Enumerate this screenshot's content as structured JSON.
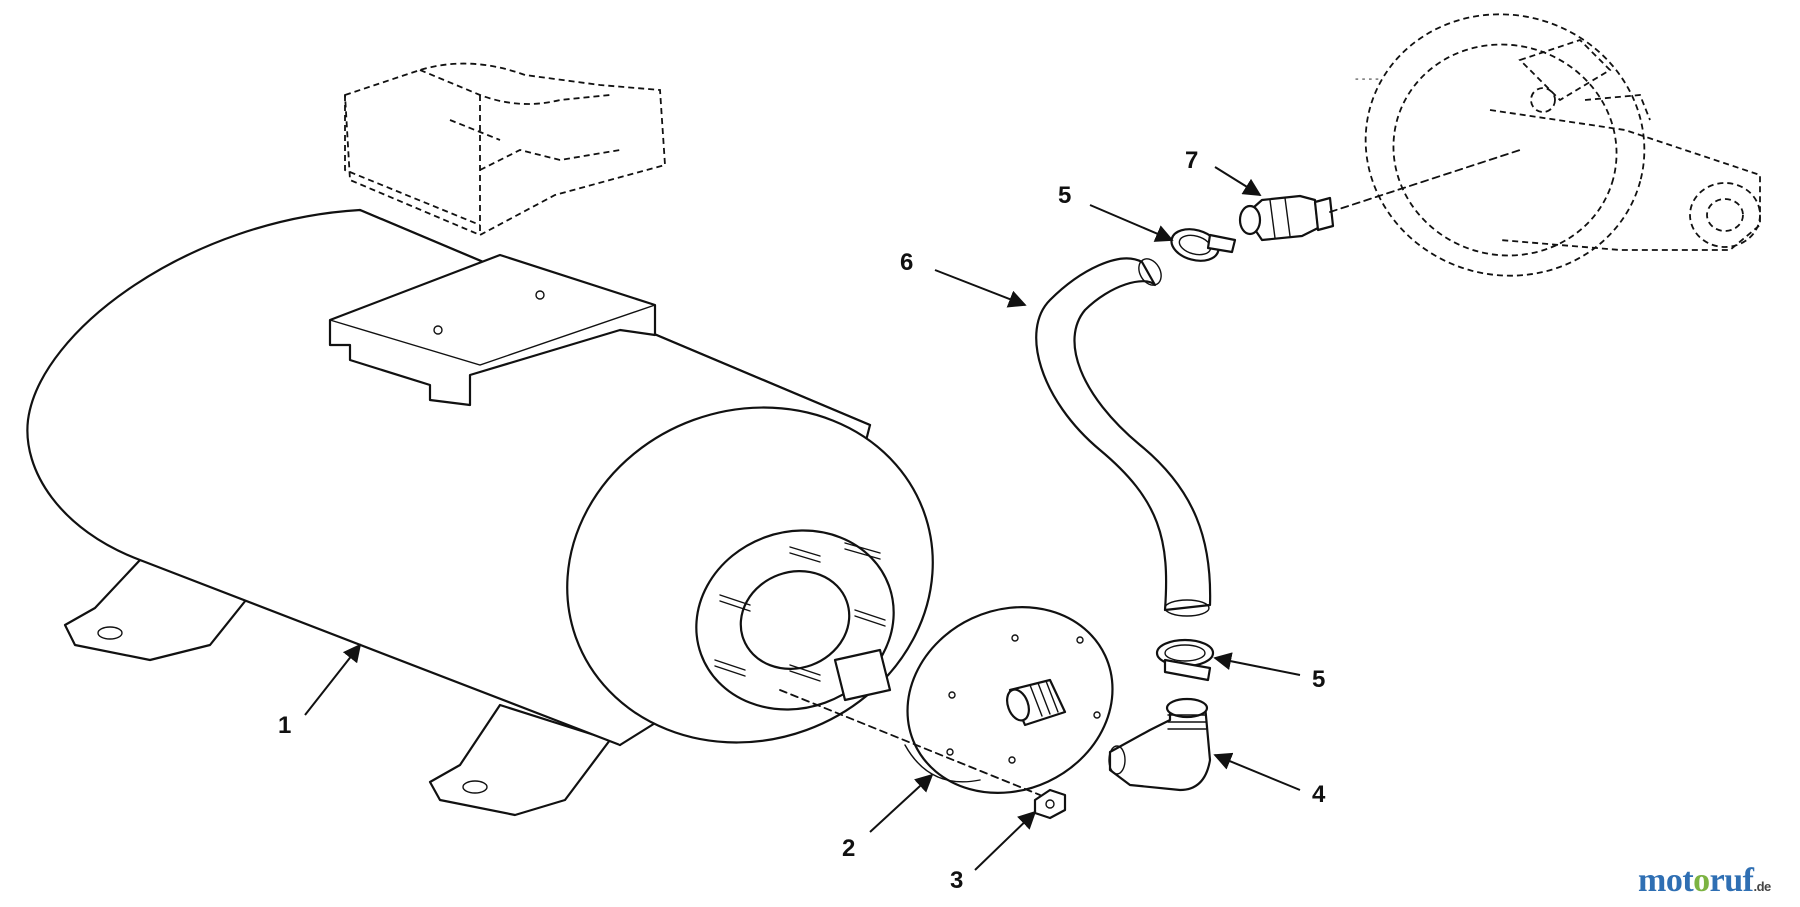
{
  "callouts": {
    "c1": "1",
    "c2": "2",
    "c3": "3",
    "c4": "4",
    "c5a": "5",
    "c5b": "5",
    "c6": "6",
    "c7": "7"
  },
  "watermark": {
    "part_a": "mot",
    "part_b": "o",
    "part_c": "ruf",
    "tld": ".de",
    "colors": {
      "blue": "#2f6fb3",
      "green": "#7cb342"
    }
  }
}
